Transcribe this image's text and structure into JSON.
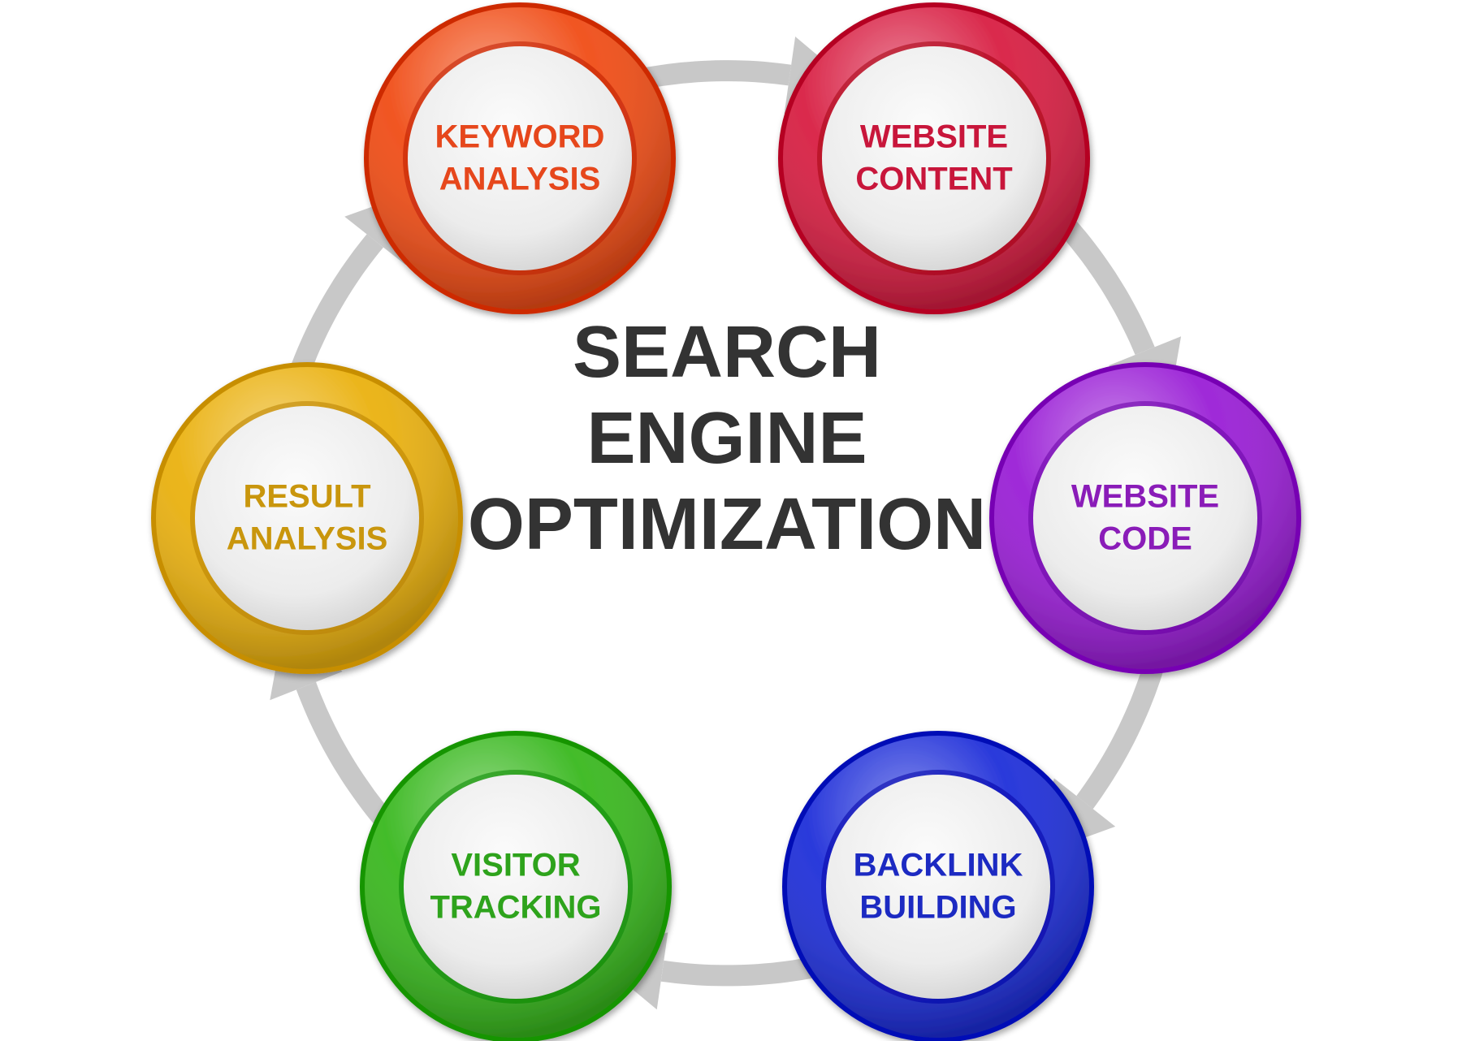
{
  "title": {
    "lines": [
      "SEARCH",
      "ENGINE",
      "OPTIMIZATION"
    ],
    "color": "#333333"
  },
  "nodes": [
    {
      "id": "keyword-analysis",
      "lines": [
        "KEYWORD",
        "ANALYSIS"
      ],
      "color": "#f04d17",
      "text_color": "#e6461a"
    },
    {
      "id": "website-content",
      "lines": [
        "WEBSITE",
        "CONTENT"
      ],
      "color": "#d81f43",
      "text_color": "#c8173a"
    },
    {
      "id": "website-code",
      "lines": [
        "WEBSITE",
        "CODE"
      ],
      "color": "#9a1fd6",
      "text_color": "#8a1ab8"
    },
    {
      "id": "backlink-building",
      "lines": [
        "BACKLINK",
        "BUILDING"
      ],
      "color": "#1f2fd9",
      "text_color": "#1b2bc2"
    },
    {
      "id": "visitor-tracking",
      "lines": [
        "VISITOR",
        "TRACKING"
      ],
      "color": "#39b81f",
      "text_color": "#2fa31a"
    },
    {
      "id": "result-analysis",
      "lines": [
        "RESULT",
        "ANALYSIS"
      ],
      "color": "#eab10f",
      "text_color": "#c9960b"
    }
  ],
  "arrow_color": "#c8c8c8",
  "flow": "clockwise"
}
